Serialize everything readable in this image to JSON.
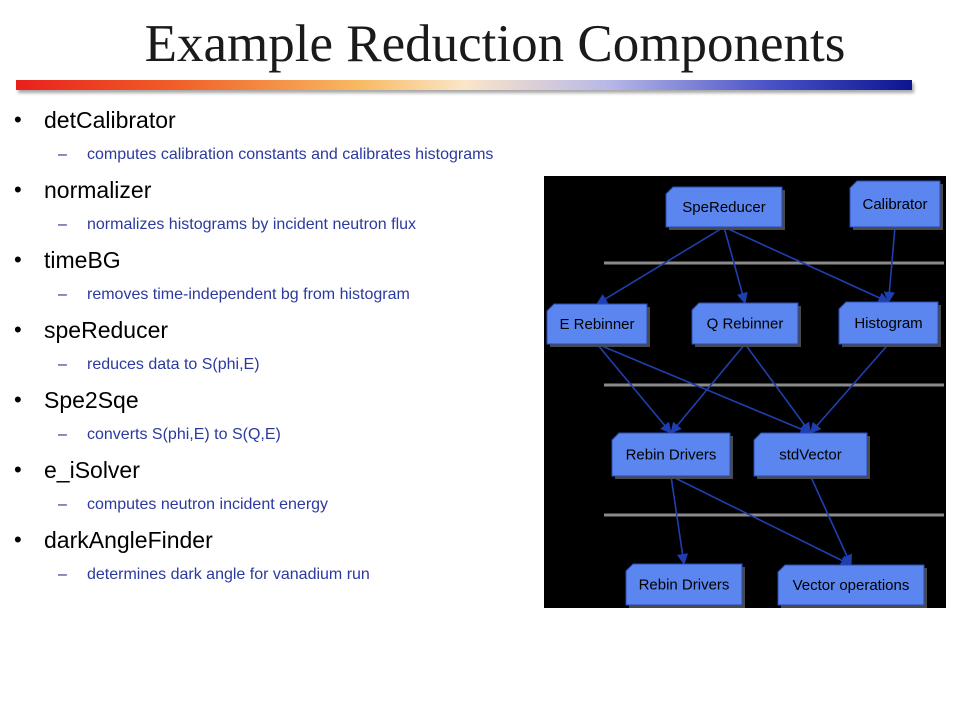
{
  "slide": {
    "title": "Example Reduction Components"
  },
  "bullets": [
    {
      "label": "detCalibrator",
      "sub": "computes calibration constants and calibrates histograms"
    },
    {
      "label": "normalizer",
      "sub": "normalizes histograms by incident neutron flux"
    },
    {
      "label": "timeBG",
      "sub": "removes time-independent bg from histogram"
    },
    {
      "label": "speReducer",
      "sub": "reduces data to S(phi,E)"
    },
    {
      "label": "Spe2Sqe",
      "sub": "converts S(phi,E) to S(Q,E)"
    },
    {
      "label": "e_iSolver",
      "sub": "computes neutron incident energy"
    },
    {
      "label": "darkAngleFinder",
      "sub": "determines dark angle for vanadium run"
    }
  ],
  "diagram": {
    "node_fill": "#5b86ef",
    "edge_color": "#1f3fb0",
    "separator_color": "#8a8a8a",
    "nodes": [
      {
        "id": "spereducer",
        "label": "SpeReducer"
      },
      {
        "id": "calibrator",
        "label": "Calibrator"
      },
      {
        "id": "erebinner",
        "label": "E Rebinner"
      },
      {
        "id": "qrebinner",
        "label": "Q Rebinner"
      },
      {
        "id": "histogram",
        "label": "Histogram"
      },
      {
        "id": "rebindrivers1",
        "label": "Rebin Drivers"
      },
      {
        "id": "stdvector",
        "label": "stdVector"
      },
      {
        "id": "rebindrivers2",
        "label": "Rebin Drivers"
      },
      {
        "id": "vectorops",
        "label": "Vector operations"
      }
    ],
    "edges": [
      {
        "from": "spereducer",
        "to": "erebinner"
      },
      {
        "from": "spereducer",
        "to": "qrebinner"
      },
      {
        "from": "spereducer",
        "to": "histogram"
      },
      {
        "from": "calibrator",
        "to": "histogram"
      },
      {
        "from": "erebinner",
        "to": "rebindrivers1"
      },
      {
        "from": "erebinner",
        "to": "stdvector"
      },
      {
        "from": "qrebinner",
        "to": "rebindrivers1"
      },
      {
        "from": "qrebinner",
        "to": "stdvector"
      },
      {
        "from": "histogram",
        "to": "stdvector"
      },
      {
        "from": "rebindrivers1",
        "to": "rebindrivers2"
      },
      {
        "from": "rebindrivers1",
        "to": "vectorops"
      },
      {
        "from": "stdvector",
        "to": "vectorops"
      }
    ]
  }
}
